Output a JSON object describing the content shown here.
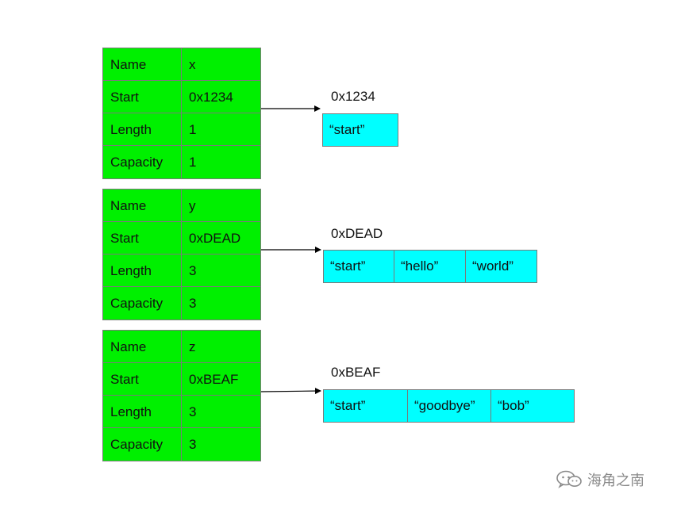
{
  "structs": [
    {
      "rows": [
        {
          "key": "Name",
          "value": "x"
        },
        {
          "key": "Start",
          "value": "0x1234"
        },
        {
          "key": "Length",
          "value": "1"
        },
        {
          "key": "Capacity",
          "value": "1"
        }
      ]
    },
    {
      "rows": [
        {
          "key": "Name",
          "value": "y"
        },
        {
          "key": "Start",
          "value": "0xDEAD"
        },
        {
          "key": "Length",
          "value": "3"
        },
        {
          "key": "Capacity",
          "value": "3"
        }
      ]
    },
    {
      "rows": [
        {
          "key": "Name",
          "value": "z"
        },
        {
          "key": "Start",
          "value": "0xBEAF"
        },
        {
          "key": "Length",
          "value": "3"
        },
        {
          "key": "Capacity",
          "value": "3"
        }
      ]
    }
  ],
  "arrays": [
    {
      "address": "0x1234",
      "cells": [
        "“start”"
      ]
    },
    {
      "address": "0xDEAD",
      "cells": [
        "“start”",
        "“hello”",
        "“world”"
      ]
    },
    {
      "address": "0xBEAF",
      "cells": [
        "“start”",
        "“goodbye”",
        "“bob”"
      ]
    }
  ],
  "watermark": {
    "icon": "wechat-icon",
    "text": "海角之南"
  },
  "colors": {
    "struct_fill": "#00f000",
    "array_fill": "#00ffff",
    "border": "#7a7a7a",
    "arrow": "#000000",
    "watermark": "#8a8a8a"
  }
}
